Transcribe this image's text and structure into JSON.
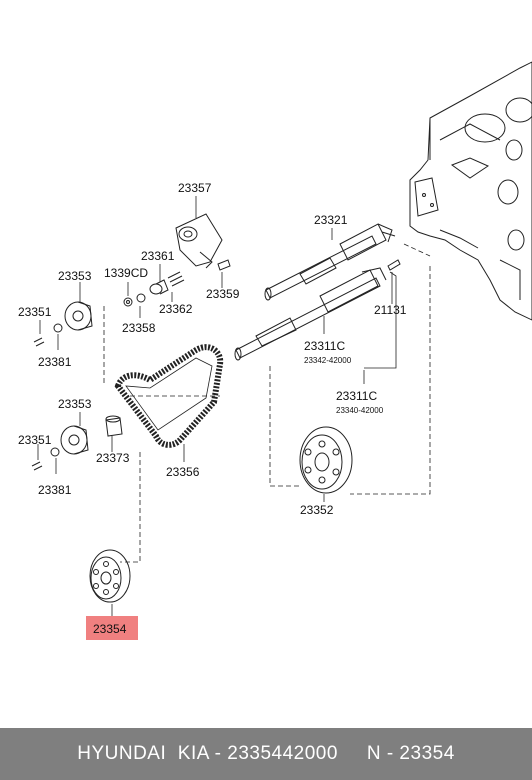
{
  "labels": {
    "p23357": "23357",
    "p23321": "23321",
    "p23361": "23361",
    "p1339CD": "1339CD",
    "p23353_top": "23353",
    "p23351_top": "23351",
    "p23358": "23358",
    "p23362": "23362",
    "p23359": "23359",
    "p21131": "21131",
    "p23381_top": "23381",
    "p23311C_a": "23311C",
    "p23342": "23342-42000",
    "p23311C_b": "23311C",
    "p23340": "23340-42000",
    "p23353_bot": "23353",
    "p23351_bot": "23351",
    "p23373": "23373",
    "p23381_bot": "23381",
    "p23356": "23356",
    "p23352": "23352",
    "p23354": "23354"
  },
  "highlight_color": "#f08080",
  "footer": {
    "text": "HYUNDAI  KIA - 2335442000     N - 23354"
  }
}
